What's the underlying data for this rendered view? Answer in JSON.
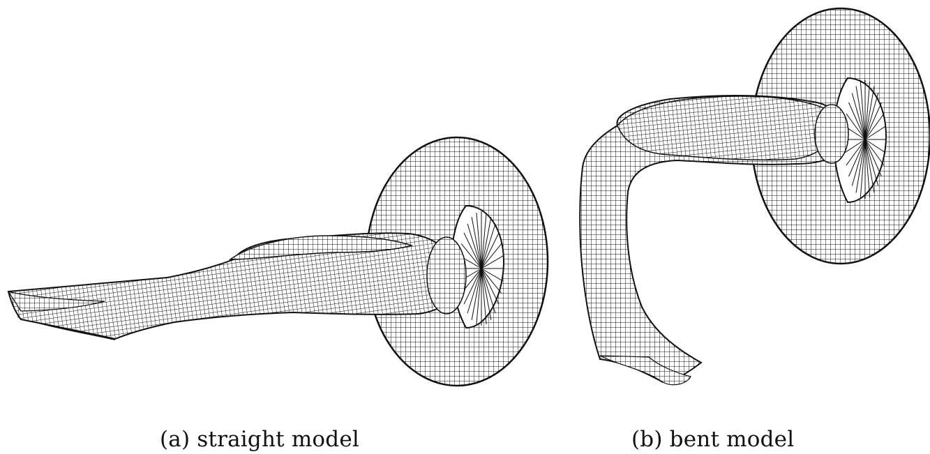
{
  "figure": {
    "panels": [
      {
        "id": "a",
        "caption": "(a) straight model"
      },
      {
        "id": "b",
        "caption": "(b) bent model"
      }
    ]
  },
  "colors": {
    "mesh_line": "#111111",
    "surface_fill": "#ffffff",
    "shadow": "#151515",
    "background": "#ffffff"
  }
}
